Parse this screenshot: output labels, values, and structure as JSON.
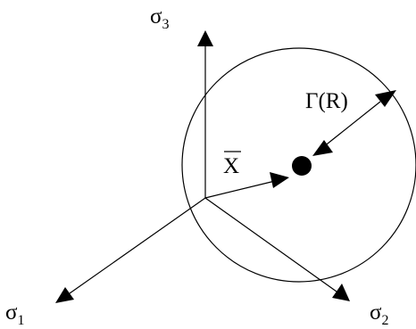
{
  "axes": {
    "sigma3": {
      "symbol": "σ",
      "subscript": "3"
    },
    "sigma1": {
      "symbol": "σ",
      "subscript": "1"
    },
    "sigma2": {
      "symbol": "σ",
      "subscript": "2"
    }
  },
  "vector_label": "X",
  "radius_label": "Γ(R)",
  "colors": {
    "stroke": "#000000",
    "background": "#ffffff"
  }
}
